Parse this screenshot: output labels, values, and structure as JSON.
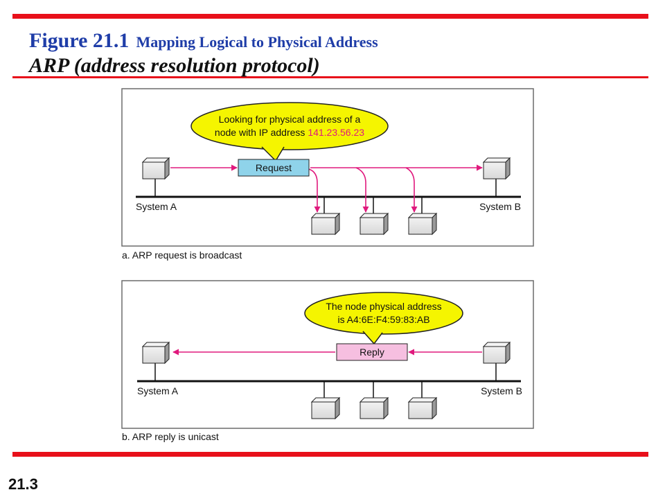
{
  "slide": {
    "figure_label": "Figure 21.1",
    "figure_title": "Mapping Logical to Physical Address",
    "subtitle": "ARP  (address resolution protocol)",
    "page_number": "21.3"
  },
  "panel_a": {
    "bubble_line1": "Looking for physical address of a",
    "bubble_line2_prefix": "node with IP address ",
    "bubble_ip": "141.23.56.23",
    "packet_label": "Request",
    "system_a_label": "System A",
    "system_b_label": "System B",
    "caption": "a. ARP request is broadcast"
  },
  "panel_b": {
    "bubble_line1": "The node physical address",
    "bubble_line2": "is A4:6E:F4:59:83:AB",
    "packet_label": "Reply",
    "system_a_label": "System A",
    "system_b_label": "System B",
    "caption": "b. ARP reply is unicast"
  },
  "colors": {
    "accent_red": "#e8101a",
    "title_blue": "#1f3da8",
    "arrow_magenta": "#e0197d",
    "bubble_yellow": "#f5f500",
    "request_fill": "#8fd3ea",
    "reply_fill": "#f6bfe0",
    "ip_highlight": "#e0197d"
  }
}
